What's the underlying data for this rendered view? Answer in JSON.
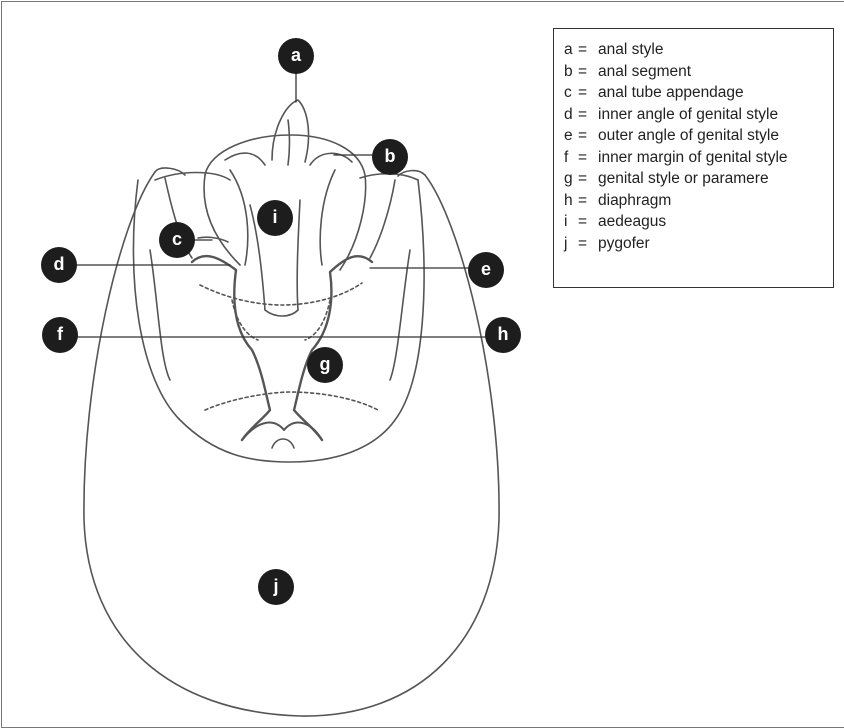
{
  "legend": [
    {
      "key": "a",
      "label": "anal style"
    },
    {
      "key": "b",
      "label": "anal segment"
    },
    {
      "key": "c",
      "label": "anal tube appendage"
    },
    {
      "key": "d",
      "label": "inner angle of genital style"
    },
    {
      "key": "e",
      "label": "outer angle of genital style"
    },
    {
      "key": "f",
      "label": "inner margin of genital style"
    },
    {
      "key": "g",
      "label": "genital style or paramere"
    },
    {
      "key": "h",
      "label": "diaphragm"
    },
    {
      "key": "i",
      "label": "aedeagus"
    },
    {
      "key": "j",
      "label": "pygofer"
    }
  ],
  "equals_sign": "=",
  "markers": {
    "a": "a",
    "b": "b",
    "c": "c",
    "d": "d",
    "e": "e",
    "f": "f",
    "g": "g",
    "h": "h",
    "i": "i",
    "j": "j"
  },
  "colors": {
    "ink": "#1d1d1d",
    "line": "#555555"
  }
}
